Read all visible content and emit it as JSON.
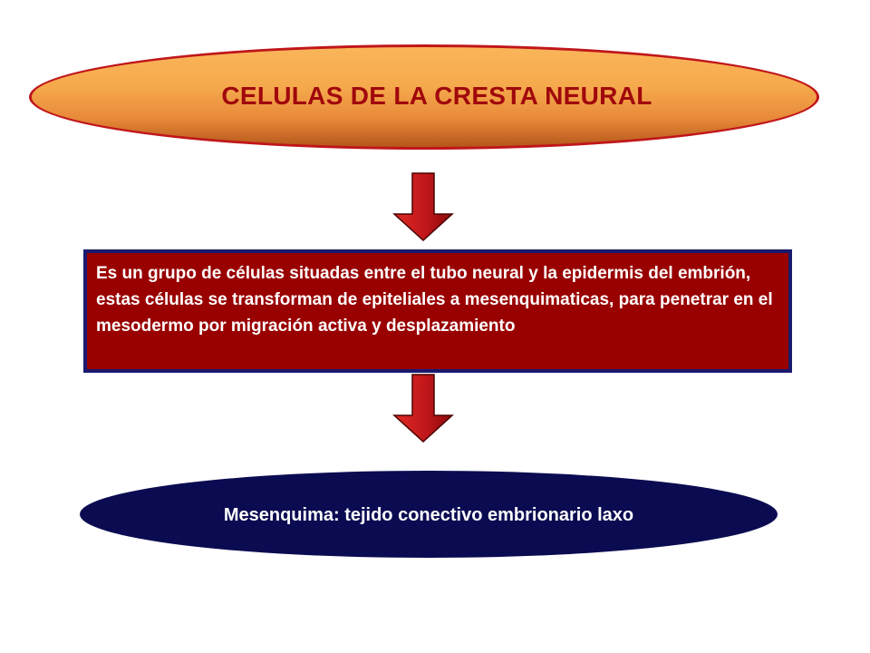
{
  "title": "CELULAS DE LA CRESTA NEURAL",
  "description": "Es un grupo de células situadas entre el tubo neural y la epidermis del embrión, estas células se transforman de epiteliales a mesenquimaticas, para penetrar en el mesodermo por migración activa y desplazamiento",
  "result": "Mesenquima: tejido conectivo embrionario laxo",
  "colors": {
    "title_text": "#a0080c",
    "title_fill": "#f5a94c",
    "title_border": "#c0161a",
    "arrow_fill": "#c0161a",
    "box_fill": "#990000",
    "box_border": "#1a1a6e",
    "result_fill": "#0b0b52",
    "text_light": "#ffffff"
  }
}
